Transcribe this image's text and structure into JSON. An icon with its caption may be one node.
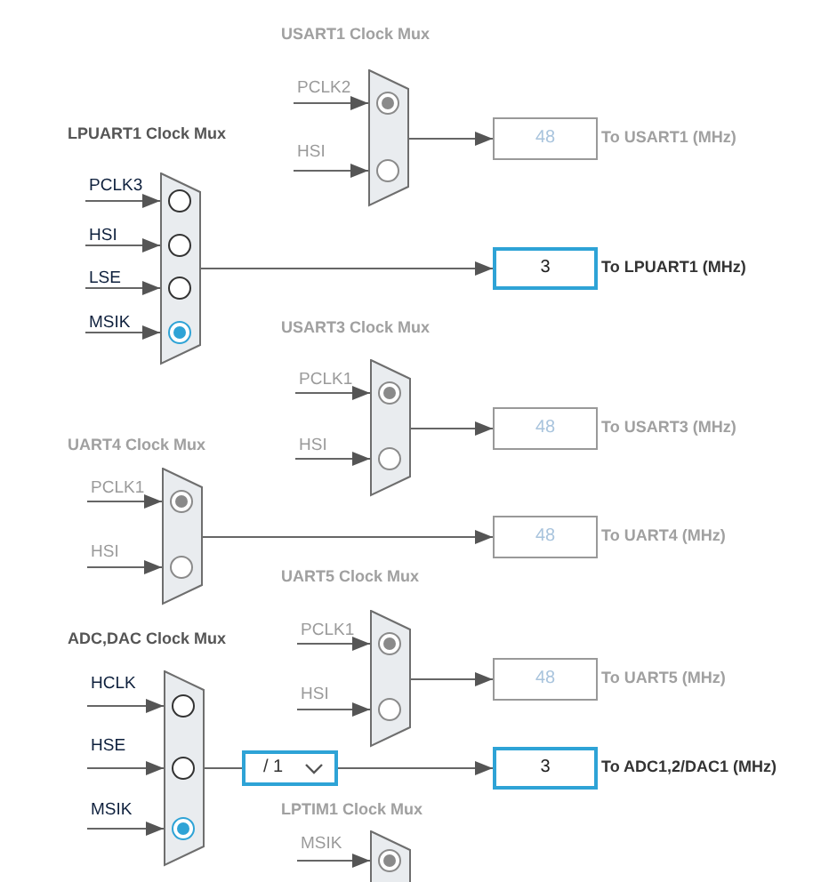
{
  "diagram": {
    "nodes": [
      {
        "text": [
          "USART1 Clock Mux"
        ]
      },
      {
        "text": [
          "PCLK2"
        ]
      },
      {
        "text": [
          "HSI"
        ]
      },
      {
        "text": [
          "48"
        ],
        "beside": [
          "To USART1 (MHz)"
        ]
      },
      {
        "text": [
          "LPUART1 Clock Mux"
        ]
      },
      {
        "text": [
          "PCLK3"
        ]
      },
      {
        "text": [
          "HSI"
        ]
      },
      {
        "text": [
          "LSE"
        ]
      },
      {
        "text": [
          "MSIK"
        ]
      },
      {
        "text": [
          "3"
        ],
        "beside": [
          "To LPUART1 (MHz)"
        ]
      },
      {
        "text": [
          "USART3 Clock Mux"
        ]
      },
      {
        "text": [
          "PCLK1"
        ]
      },
      {
        "text": [
          "HSI"
        ]
      },
      {
        "text": [
          "48"
        ],
        "beside": [
          "To USART3 (MHz)"
        ]
      },
      {
        "text": [
          "UART4 Clock Mux"
        ]
      },
      {
        "text": [
          "PCLK1"
        ]
      },
      {
        "text": [
          "HSI"
        ]
      },
      {
        "text": [
          "48"
        ],
        "beside": [
          "To UART4 (MHz)"
        ]
      },
      {
        "text": [
          "UART5 Clock Mux"
        ]
      },
      {
        "text": [
          "PCLK1"
        ]
      },
      {
        "text": [
          "HSI"
        ]
      },
      {
        "text": [
          "48"
        ],
        "beside": [
          "To UART5 (MHz)"
        ]
      },
      {
        "text": [
          "ADC,DAC Clock Mux"
        ]
      },
      {
        "text": [
          "HCLK"
        ]
      },
      {
        "text": [
          "HSE"
        ]
      },
      {
        "text": [
          "MSIK"
        ]
      },
      {
        "text": [
          "/ 1"
        ]
      },
      {
        "text": [
          "3"
        ],
        "beside": [
          "To ADC1,2/DAC1 (MHz)"
        ]
      },
      {
        "text": [
          "LPTIM1 Clock Mux"
        ]
      },
      {
        "text": [
          "MSIK"
        ]
      }
    ],
    "edges": [
      {
        "from": 1,
        "to": 0,
        "arrow": "to"
      },
      {
        "from": 2,
        "to": 0,
        "arrow": "to"
      },
      {
        "from": 0,
        "to": 3,
        "arrow": "to"
      },
      {
        "from": 5,
        "to": 4,
        "arrow": "to"
      },
      {
        "from": 6,
        "to": 4,
        "arrow": "to"
      },
      {
        "from": 7,
        "to": 4,
        "arrow": "to"
      },
      {
        "from": 8,
        "to": 4,
        "arrow": "to"
      },
      {
        "from": 4,
        "to": 9,
        "arrow": "to"
      },
      {
        "from": 11,
        "to": 10,
        "arrow": "to"
      },
      {
        "from": 12,
        "to": 10,
        "arrow": "to"
      },
      {
        "from": 10,
        "to": 13,
        "arrow": "to"
      },
      {
        "from": 15,
        "to": 14,
        "arrow": "to"
      },
      {
        "from": 16,
        "to": 14,
        "arrow": "to"
      },
      {
        "from": 14,
        "to": 17,
        "arrow": "to"
      },
      {
        "from": 19,
        "to": 18,
        "arrow": "to"
      },
      {
        "from": 20,
        "to": 18,
        "arrow": "to"
      },
      {
        "from": 18,
        "to": 21,
        "arrow": "to"
      },
      {
        "from": 23,
        "to": 22,
        "arrow": "to"
      },
      {
        "from": 24,
        "to": 22,
        "arrow": "to"
      },
      {
        "from": 25,
        "to": 22,
        "arrow": "to"
      },
      {
        "from": 22,
        "to": 26,
        "arrow": "none"
      },
      {
        "from": 26,
        "to": 27,
        "arrow": "to"
      },
      {
        "from": 29,
        "to": 28,
        "arrow": "to"
      }
    ]
  }
}
